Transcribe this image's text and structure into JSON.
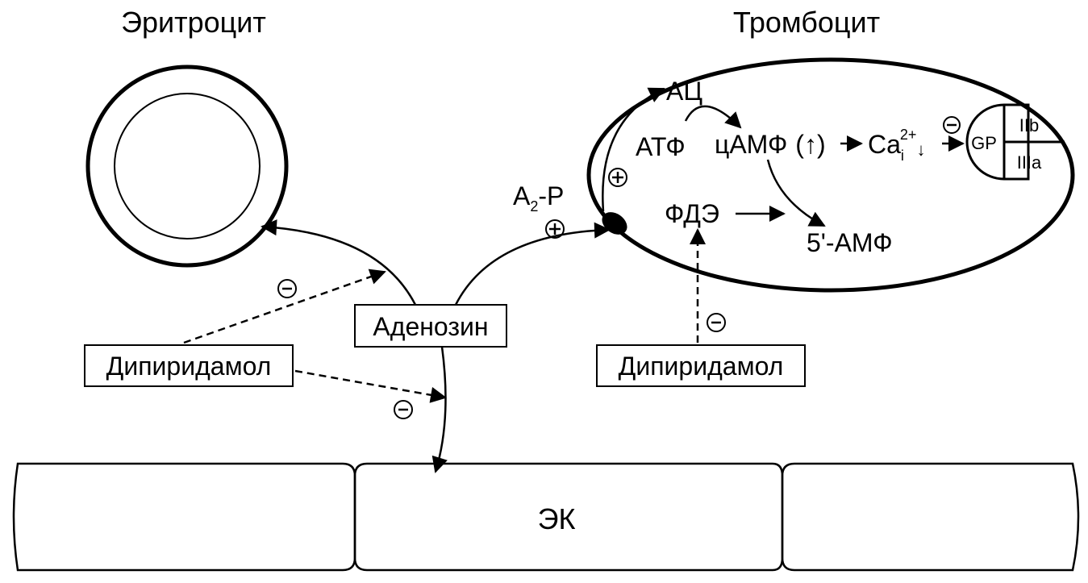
{
  "labels": {
    "erythrocyte": "Эритроцит",
    "thrombocyte": "Тромбоцит",
    "adenosine": "Аденозин",
    "dipyridamole_left": "Дипиридамол",
    "dipyridamole_right": "Дипиридамол",
    "endothelial": "ЭК",
    "receptor": "A",
    "receptor_sub": "2",
    "receptor_suffix": "-P",
    "adenylate_cyclase": "АЦ",
    "atp": "АТФ",
    "camp": "цАМФ",
    "camp_change": "(↑)",
    "calcium": "Ca",
    "calcium_sub": "i",
    "calcium_sup": "2+",
    "calcium_change": "↓",
    "gp": "GP",
    "gp_iib": "IIb",
    "gp_iiia": "IIIa",
    "pde": "ФДЭ",
    "amp": "5'-АМФ"
  },
  "signs": {
    "plus": "+",
    "minus": "−"
  },
  "colors": {
    "stroke": "#000000",
    "background": "#ffffff"
  }
}
